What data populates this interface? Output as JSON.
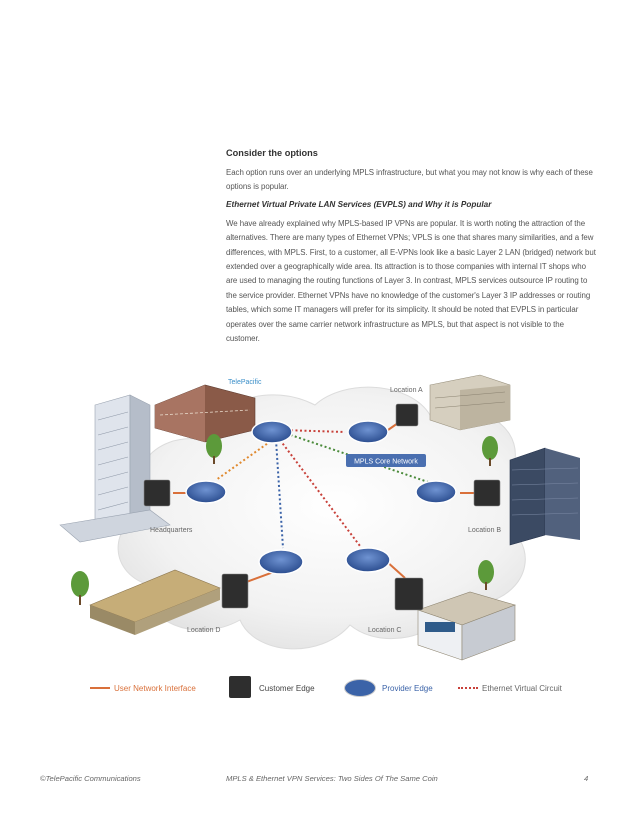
{
  "article": {
    "heading": "Consider the options",
    "intro": "Each option runs over an underlying MPLS infrastructure, but what you may not know is why each of these options is popular.",
    "subheading": "Ethernet Virtual Private LAN Services (EVPLS) and Why it is Popular",
    "body": "We have already explained why MPLS-based IP VPNs are popular. It is worth noting the attraction of the alternatives. There are many types of Ethernet VPNs; VPLS is one that shares many similarities, and a few differences, with MPLS. First, to a customer, all E-VPNs look like a basic Layer 2 LAN (bridged) network but extended over a geographically wide area. Its attraction is to those companies with internal IT shops who are used to managing the  routing functions of Layer 3. In contrast, MPLS services outsource IP routing to the service provider. Ethernet VPNs have no knowledge of the customer's Layer 3 IP addresses or routing tables, which some IT managers will prefer for its simplicity. It should be noted that EVPLS in particular operates over the same carrier network infrastructure as MPLS, but that aspect is not visible to the customer."
  },
  "diagram": {
    "provider_label": "TelePacific",
    "core_label": "MPLS Core Network",
    "sites": {
      "headquarters": "Headquarters",
      "location_a": "Location A",
      "location_b": "Location B",
      "location_c": "Location C",
      "location_d": "Location D"
    }
  },
  "legend": {
    "uni": "User Network Interface",
    "ce": "Customer Edge",
    "pe": "Provider Edge",
    "evc": "Ethernet Virtual Circuit"
  },
  "footer": {
    "copyright": "©TelePacific Communications",
    "title": "MPLS & Ethernet VPN Services: Two Sides Of The Same Coin",
    "page": "4"
  },
  "colors": {
    "uni": "#d9703a",
    "pe_text": "#3b63a8",
    "core_badge": "#4a6fb0",
    "evc_red": "#c8413a",
    "evc_green": "#4a8a3a",
    "evc_orange": "#e0892e",
    "evc_blue": "#3b63a8"
  }
}
